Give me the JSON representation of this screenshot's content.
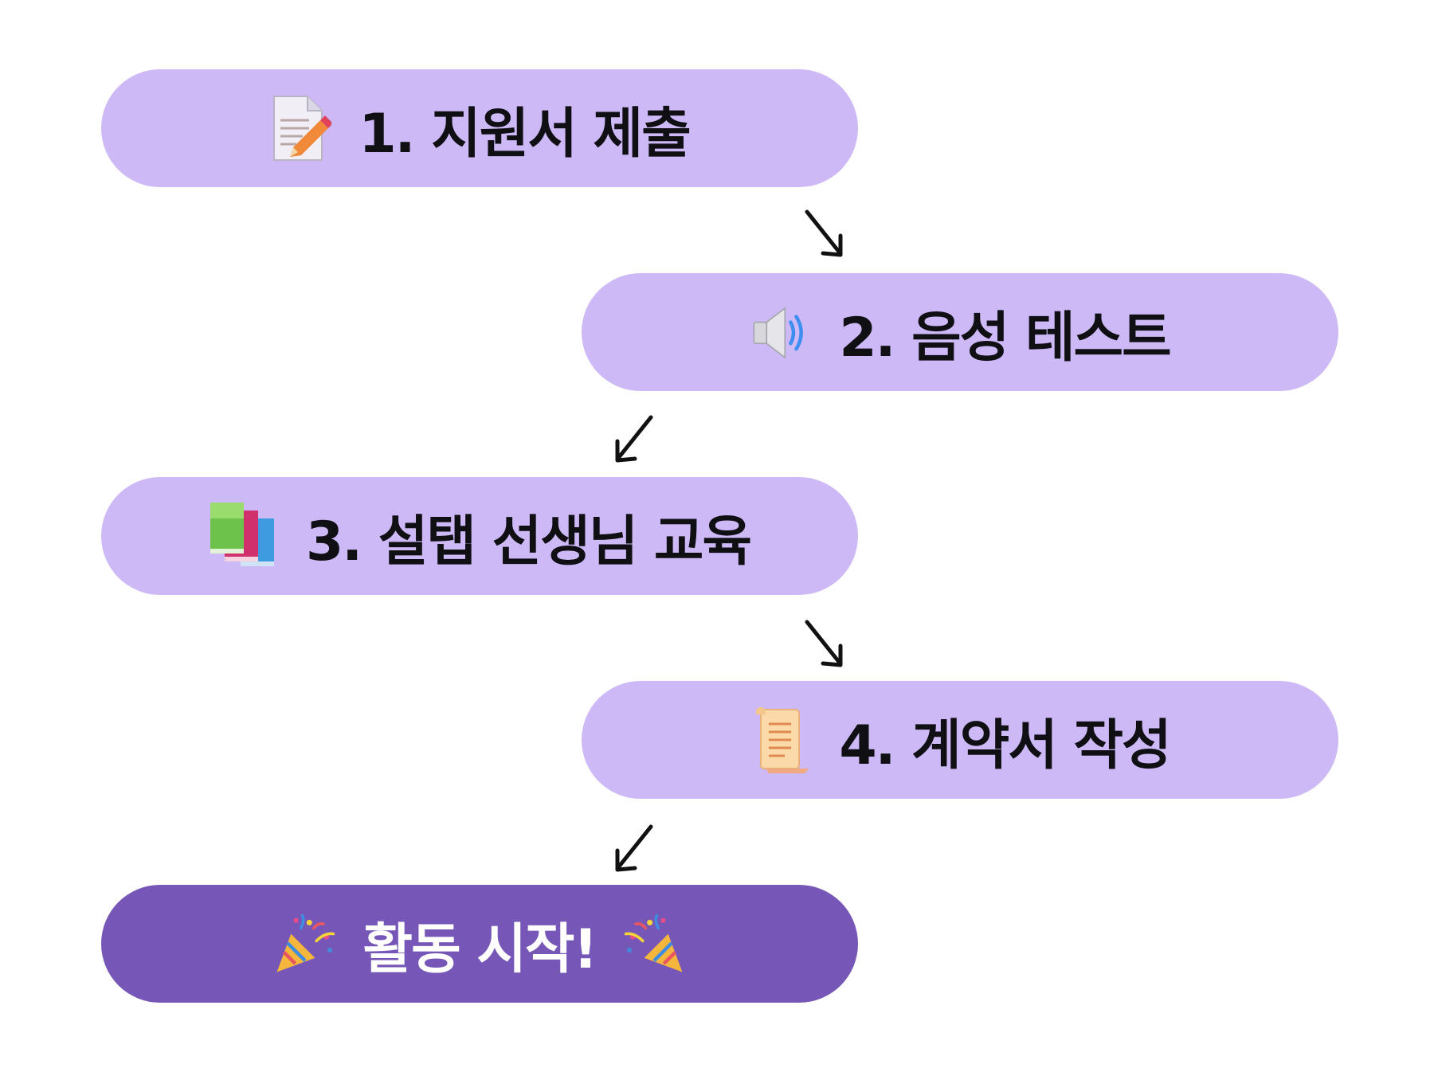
{
  "steps": [
    {
      "label": "1. 지원서 제출",
      "icon": "memo-pencil-icon"
    },
    {
      "label": "2. 음성 테스트",
      "icon": "speaker-icon"
    },
    {
      "label": "3. 설탭 선생님 교육",
      "icon": "books-icon"
    },
    {
      "label": "4. 계약서 작성",
      "icon": "scroll-icon"
    }
  ],
  "final": {
    "label": "활동 시작!",
    "icon": "party-popper-icon"
  },
  "arrows": [
    "↘",
    "↙",
    "↘",
    "↙"
  ],
  "colors": {
    "step_fill": "#cdb9f6",
    "final_fill": "#7656b7",
    "text_dark": "#0f0f14",
    "text_light": "#ffffff"
  }
}
